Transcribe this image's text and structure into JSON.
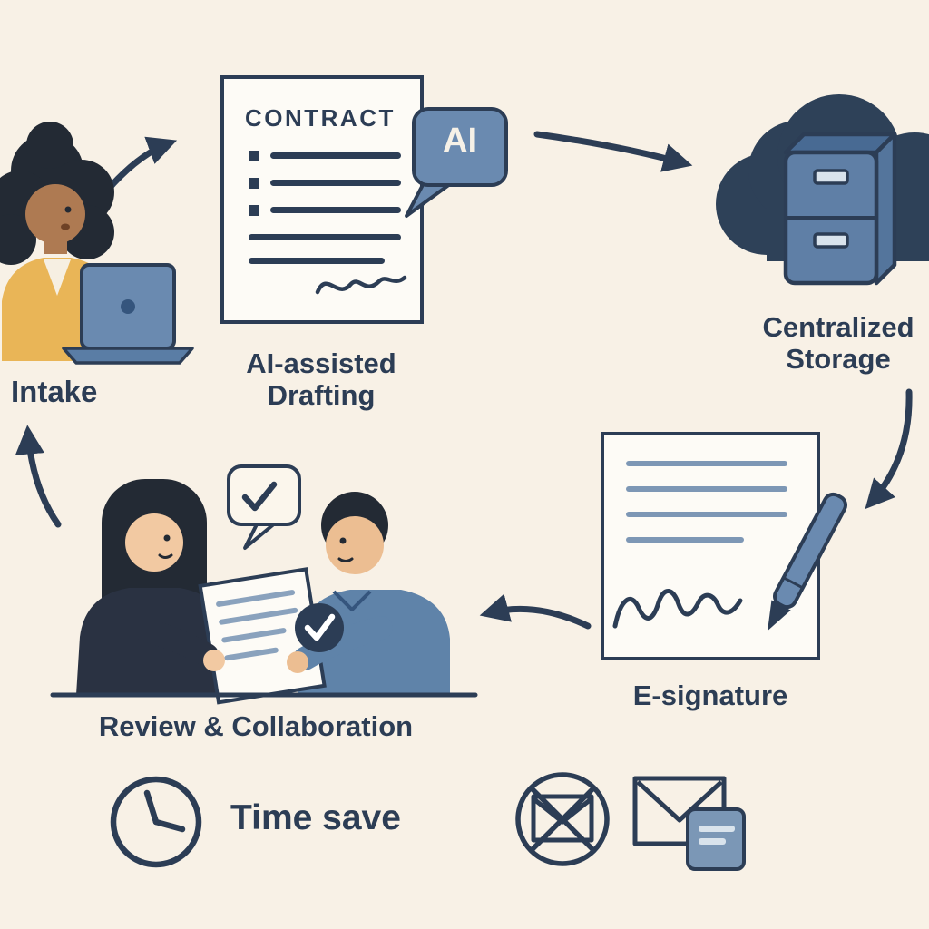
{
  "scene": {
    "background": "#f8f1e6",
    "ink": "#2c3d55",
    "blue": "#6a8ab0",
    "mustard": "#e9b557"
  },
  "workflow": {
    "steps": [
      {
        "id": "intake",
        "label": "Intake"
      },
      {
        "id": "ai_assisted_drafting",
        "line1": "AI-assisted",
        "line2": "Drafting"
      },
      {
        "id": "centralized_storage",
        "line1": "Centralized",
        "line2": "Storage"
      },
      {
        "id": "e_signature",
        "label": "E-signature"
      },
      {
        "id": "review_collaboration",
        "label": "Review & Collaboration"
      }
    ],
    "document_title": "CONTRACT",
    "ai_badge_text": "AI",
    "benefit_label": "Time save"
  }
}
